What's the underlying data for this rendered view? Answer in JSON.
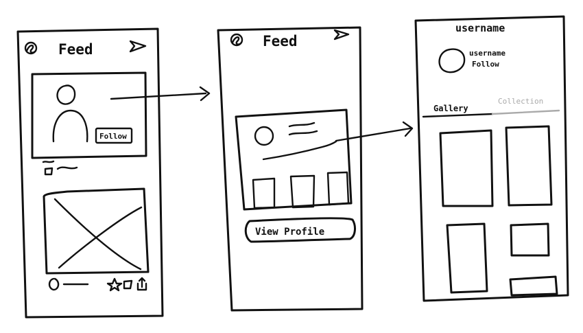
{
  "colors": {
    "ink": "#111111",
    "inactive": "#aaaaaa",
    "paper": "#ffffff"
  },
  "screen1": {
    "title": "Feed",
    "left_icon": "user-swirl-icon",
    "right_icon": "send-icon",
    "card_follow_label": "Follow",
    "post_icons": [
      "heart-icon",
      "star-icon",
      "repost-icon",
      "share-icon"
    ]
  },
  "screen2": {
    "title": "Feed",
    "left_icon": "user-swirl-icon",
    "right_icon": "send-icon",
    "view_profile_label": "View Profile"
  },
  "screen3": {
    "header_title": "username",
    "profile_name": "username",
    "profile_follow": "Follow",
    "tabs": [
      {
        "label": "Gallery",
        "active": true
      },
      {
        "label": "Collection",
        "active": false
      }
    ]
  }
}
